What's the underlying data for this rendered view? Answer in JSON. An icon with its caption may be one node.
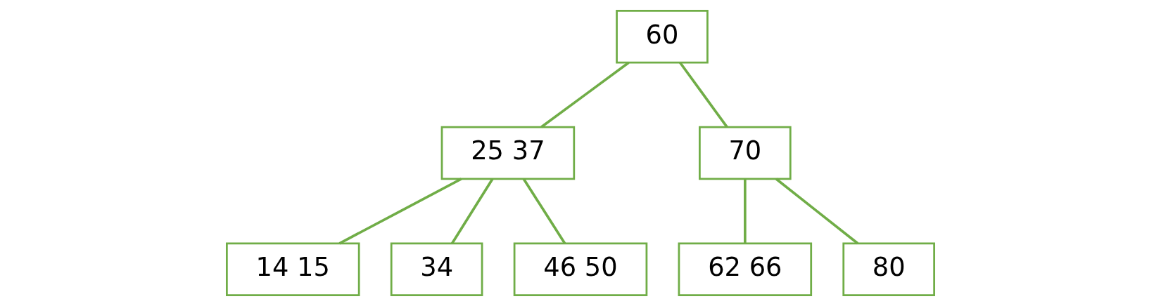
{
  "diagram": {
    "nodes": [
      {
        "text": [
          "60"
        ]
      },
      {
        "text": [
          "25 37"
        ]
      },
      {
        "text": [
          "70"
        ]
      },
      {
        "text": [
          "14 15"
        ]
      },
      {
        "text": [
          "34"
        ]
      },
      {
        "text": [
          "46 50"
        ]
      },
      {
        "text": [
          "62 66"
        ]
      },
      {
        "text": [
          "80"
        ]
      }
    ],
    "edges": [
      {
        "from": 0,
        "to": 1,
        "arrow": "none"
      },
      {
        "from": 0,
        "to": 2,
        "arrow": "none"
      },
      {
        "from": 1,
        "to": 3,
        "arrow": "none"
      },
      {
        "from": 1,
        "to": 4,
        "arrow": "none"
      },
      {
        "from": 1,
        "to": 5,
        "arrow": "none"
      },
      {
        "from": 2,
        "to": 6,
        "arrow": "none"
      },
      {
        "from": 2,
        "to": 7,
        "arrow": "none"
      }
    ]
  }
}
